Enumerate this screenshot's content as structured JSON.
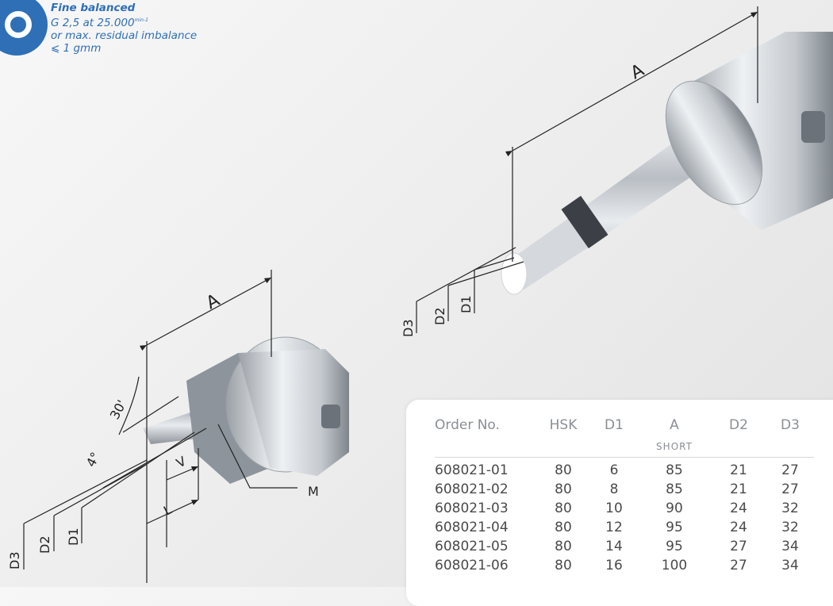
{
  "balance": {
    "title": "Fine balanced",
    "line1": "G 2,5  at 25.000",
    "line1_sup": "min-1",
    "line2": "or max. residual imbalance",
    "line3": "⩽ 1  gmm"
  },
  "labels": {
    "a_large": "A",
    "d1_large": "D1",
    "d2_large": "D2",
    "d3_large": "D3",
    "a_small": "A",
    "d1_small": "D1",
    "d2_small": "D2",
    "d3_small": "D3",
    "angle_4": "4°",
    "angle_30": "30'",
    "v": "V",
    "l": "L",
    "m": "M"
  },
  "table": {
    "headers": [
      "Order No.",
      "HSK",
      "D1",
      "A",
      "D2",
      "D3"
    ],
    "subheader_a": "SHORT",
    "rows": [
      [
        "608021-01",
        "80",
        "6",
        "85",
        "21",
        "27"
      ],
      [
        "608021-02",
        "80",
        "8",
        "85",
        "21",
        "27"
      ],
      [
        "608021-03",
        "80",
        "10",
        "90",
        "24",
        "32"
      ],
      [
        "608021-04",
        "80",
        "12",
        "95",
        "24",
        "32"
      ],
      [
        "608021-05",
        "80",
        "14",
        "95",
        "27",
        "34"
      ],
      [
        "608021-06",
        "80",
        "16",
        "100",
        "27",
        "34"
      ]
    ]
  },
  "colors": {
    "accent": "#2f6fb6"
  }
}
